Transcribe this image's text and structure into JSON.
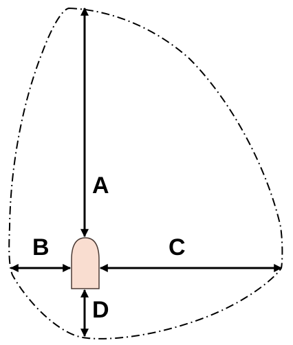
{
  "labels": {
    "a": "A",
    "b": "B",
    "c": "C",
    "d": "D"
  },
  "colors": {
    "line": "#000000",
    "object_fill": "#f9ddd0",
    "object_stroke": "#4a3a34"
  }
}
